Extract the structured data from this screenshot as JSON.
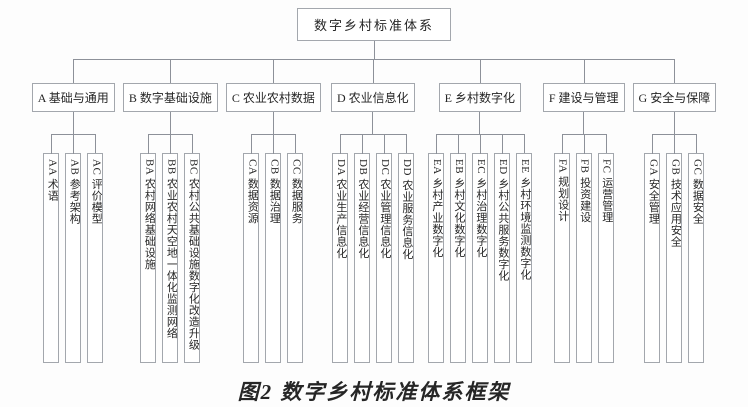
{
  "diagram": {
    "root_label": "数字乡村标准体系",
    "groups": [
      {
        "id": "A",
        "label": "A 基础与通用",
        "children": [
          "AA 术语",
          "AB 参考架构",
          "AC 评价模型"
        ]
      },
      {
        "id": "B",
        "label": "B 数字基础设施",
        "children": [
          "BA 农村网络基础设施",
          "BB 农业农村天空地一体化监测网络",
          "BC 农村公共基础设施数字化改造升级"
        ]
      },
      {
        "id": "C",
        "label": "C 农业农村数据",
        "children": [
          "CA 数据资源",
          "CB 数据治理",
          "CC 数据服务"
        ]
      },
      {
        "id": "D",
        "label": "D 农业信息化",
        "children": [
          "DA 农业生产信息化",
          "DB 农业经营信息化",
          "DC 农业管理信息化",
          "DD 农业服务信息化"
        ]
      },
      {
        "id": "E",
        "label": "E 乡村数字化",
        "children": [
          "EA 乡村产业数字化",
          "EB 乡村文化数字化",
          "EC 乡村治理数字化",
          "ED 乡村公共服务数字化",
          "EE 乡村环境监测数字化"
        ]
      },
      {
        "id": "F",
        "label": "F 建设与管理",
        "children": [
          "FA 规划设计",
          "FB 投资建设",
          "FC 运营管理"
        ]
      },
      {
        "id": "G",
        "label": "G 安全与保障",
        "children": [
          "GA 安全管理",
          "GB 技术应用安全",
          "GC 数据安全"
        ]
      }
    ]
  },
  "caption": "图2 数字乡村标准体系框架",
  "colors": {
    "line": "#8d9199",
    "box_border": "#a3a7ad",
    "text": "#262626",
    "background": "#fdfdfd"
  }
}
